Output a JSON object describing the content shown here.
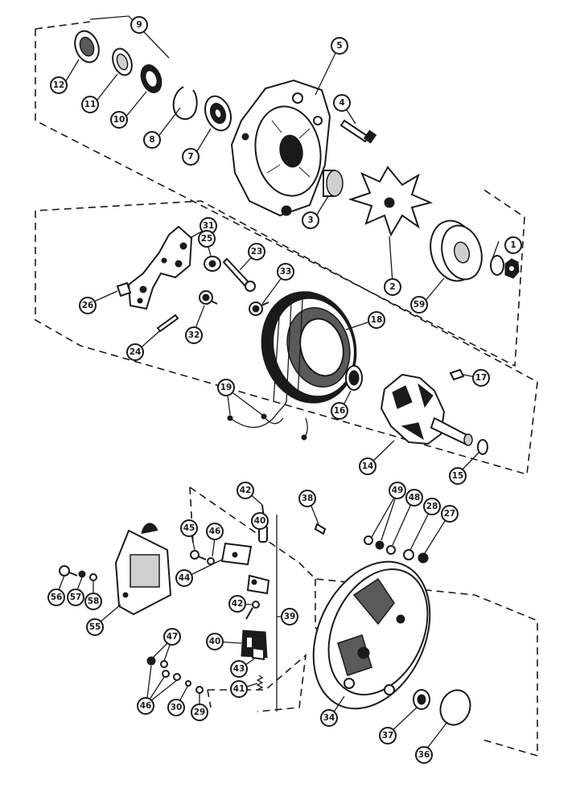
{
  "callouts": [
    "9",
    "12",
    "11",
    "10",
    "8",
    "7",
    "5",
    "4",
    "3",
    "2",
    "1",
    "59",
    "31",
    "25",
    "23",
    "33",
    "26",
    "32",
    "24",
    "18",
    "17",
    "16",
    "19",
    "14",
    "15",
    "42",
    "38",
    "49",
    "48",
    "28",
    "27",
    "45",
    "46",
    "40",
    "44",
    "56",
    "57",
    "58",
    "55",
    "39",
    "43",
    "41",
    "47",
    "30",
    "29",
    "34",
    "37",
    "36"
  ]
}
